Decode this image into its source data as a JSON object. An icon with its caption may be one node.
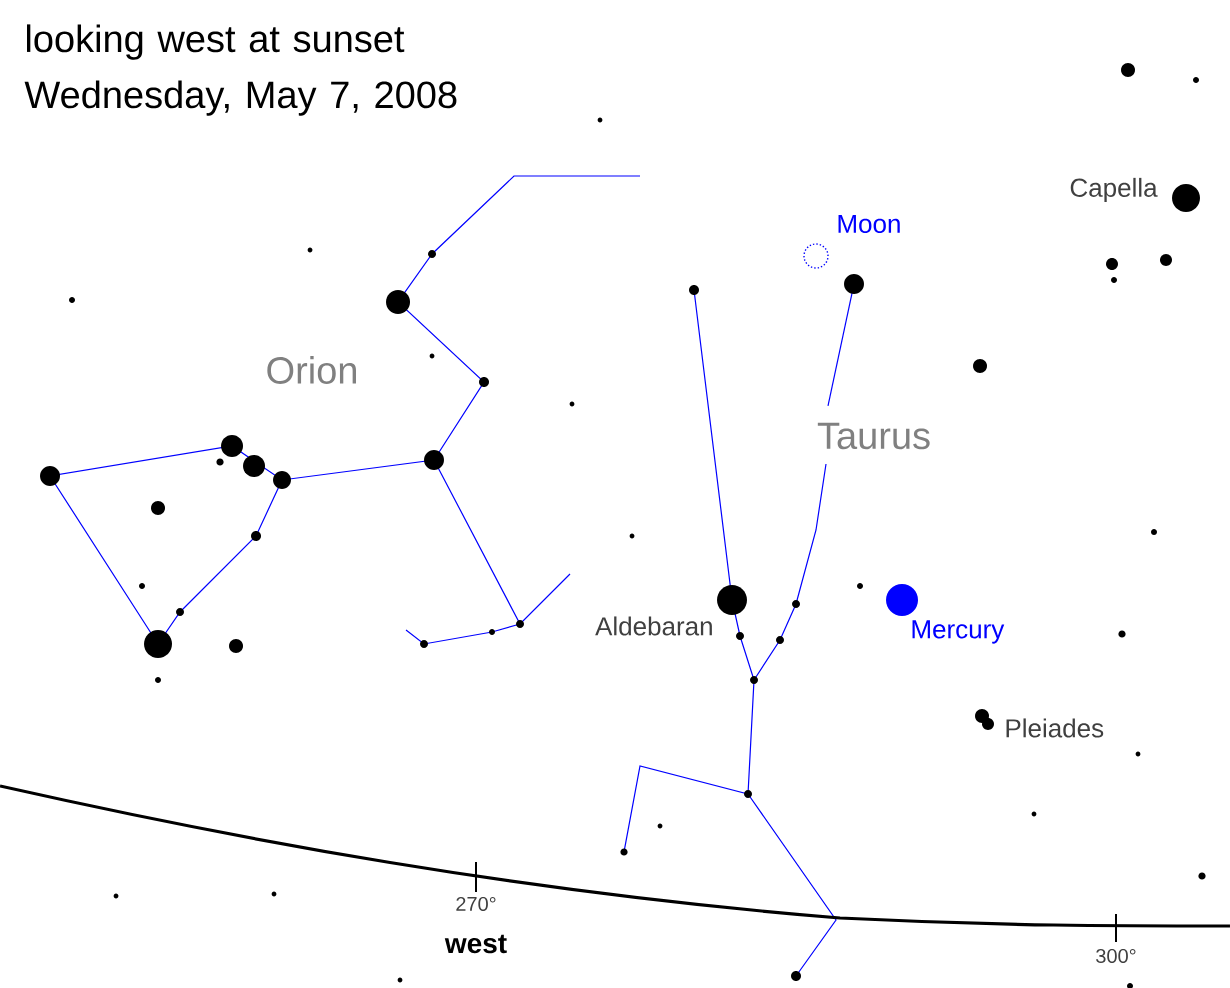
{
  "diagram": {
    "title": "looking west at sunset Wednesday, May 7, 2008",
    "labels": [
      "Capella",
      "Moon",
      "Orion",
      "Taurus",
      "Aldebaran",
      "Mercury",
      "Pleiades",
      "270°",
      "west",
      "300°"
    ]
  }
}
